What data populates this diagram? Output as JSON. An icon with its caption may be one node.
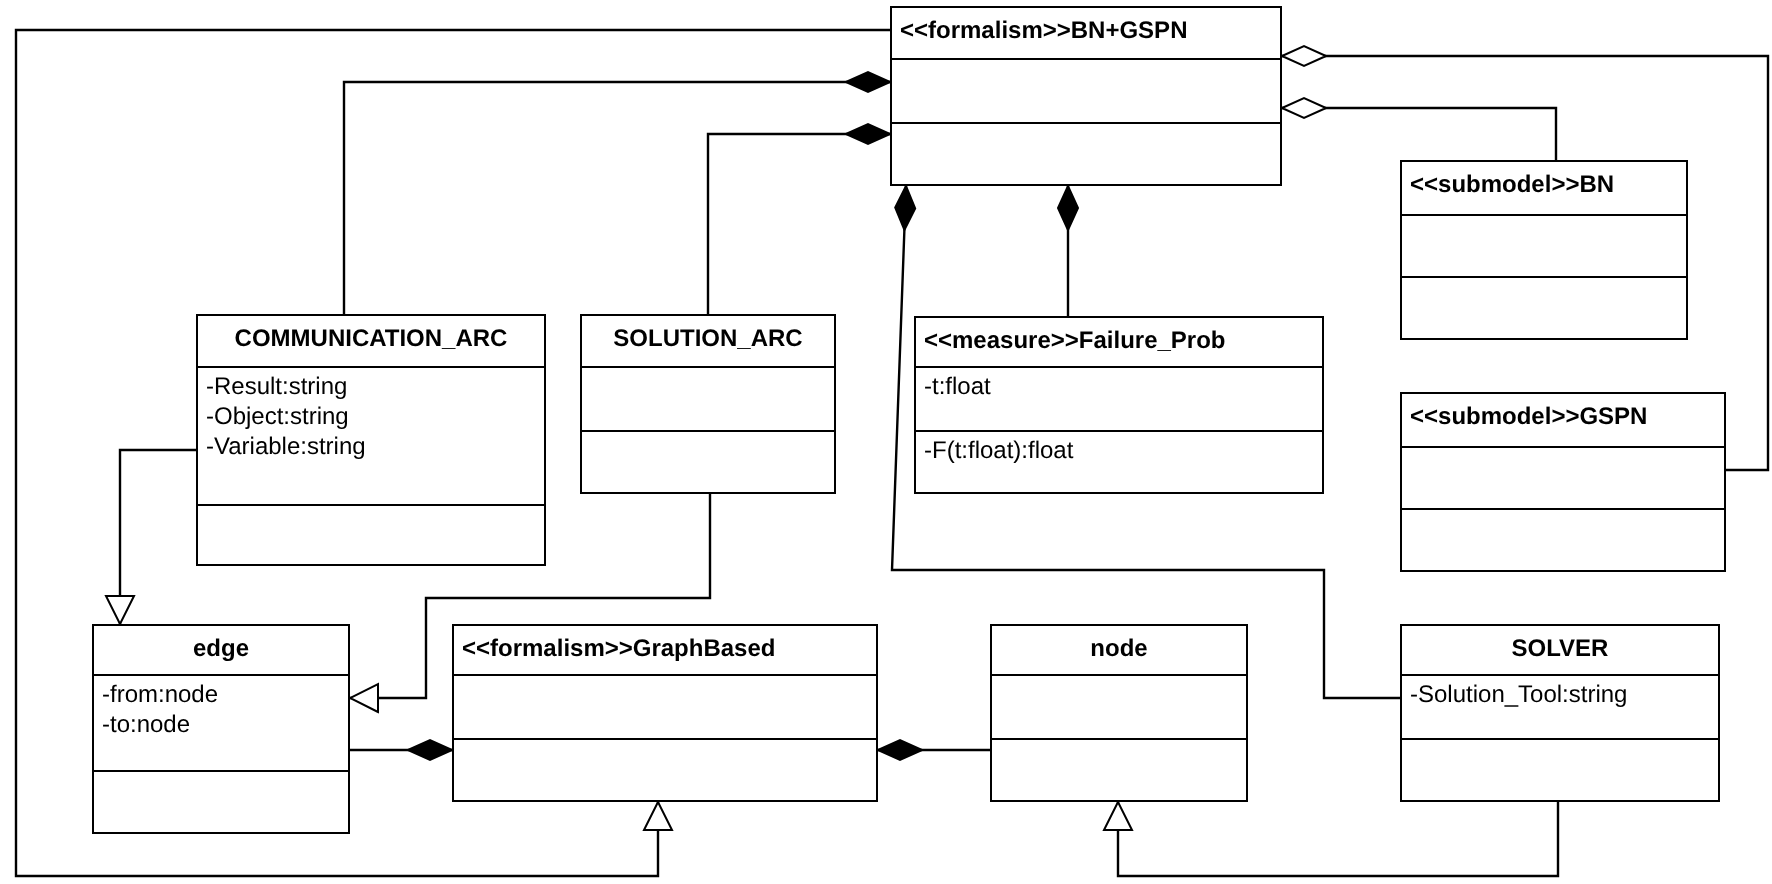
{
  "diagram": {
    "nodes": [
      {
        "text": [
          "<<formalism>>BN+GSPN"
        ]
      },
      {
        "text": [
          "<<submodel>>BN"
        ]
      },
      {
        "text": [
          "COMMUNICATION_ARC",
          "-Result:string",
          "-Object:string",
          "-Variable:string"
        ]
      },
      {
        "text": [
          "SOLUTION_ARC"
        ]
      },
      {
        "text": [
          "<<measure>>Failure_Prob",
          "-t:float",
          "-F(t:float):float"
        ]
      },
      {
        "text": [
          "<<submodel>>GSPN"
        ]
      },
      {
        "text": [
          "edge",
          "-from:node",
          "-to:node"
        ]
      },
      {
        "text": [
          "<<formalism>>GraphBased"
        ]
      },
      {
        "text": [
          "node"
        ]
      },
      {
        "text": [
          "SOLVER",
          "-Solution_Tool:string"
        ]
      }
    ],
    "edges": [
      {
        "from": 2,
        "to": 0,
        "arrow": "other"
      },
      {
        "from": 3,
        "to": 0,
        "arrow": "other"
      },
      {
        "from": 4,
        "to": 0,
        "arrow": "other"
      },
      {
        "from": 9,
        "to": 0,
        "arrow": "other"
      },
      {
        "from": 1,
        "to": 0,
        "arrow": "other"
      },
      {
        "from": 5,
        "to": 0,
        "arrow": "other"
      },
      {
        "from": 0,
        "to": 7,
        "arrow": "to"
      },
      {
        "from": 2,
        "to": 6,
        "arrow": "to"
      },
      {
        "from": 3,
        "to": 6,
        "arrow": "to"
      },
      {
        "from": 6,
        "to": 7,
        "arrow": "other"
      },
      {
        "from": 8,
        "to": 7,
        "arrow": "other"
      },
      {
        "from": 9,
        "to": 8,
        "arrow": "to"
      }
    ]
  }
}
